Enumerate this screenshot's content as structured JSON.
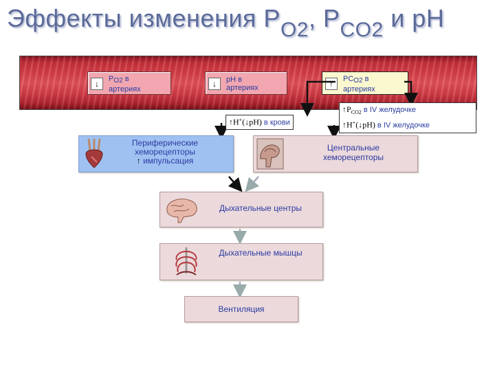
{
  "title": {
    "prefix": "Эффекты изменения P",
    "sub1": "O2",
    "mid": ", P",
    "sub2": "CO2",
    "suffix": " и pH"
  },
  "vessel": {
    "boxes": [
      {
        "arrow": "↓",
        "main": "P",
        "sub": "O2",
        "after": " в",
        "line2": "артериях"
      },
      {
        "arrow": "↓",
        "main": "pH в",
        "sub": "",
        "after": "",
        "line2": "артериях"
      },
      {
        "arrow": "↑",
        "main": "PC",
        "sub": "O2",
        "after": " в",
        "line2": "артериях"
      }
    ]
  },
  "labels": {
    "blood": {
      "arrow": "↑",
      "hplus": "H",
      "sup": "+",
      "paren_open": "(",
      "down": "↓",
      "ph": "pH)",
      "text": " в крови"
    },
    "ventricle_pco2": {
      "arrow": "↑",
      "p": "P",
      "sub": "CO2",
      "text": " в IV желудочке"
    },
    "ventricle_h": {
      "arrow": "↑",
      "hplus": "H",
      "sup": "+",
      "paren_open": "(",
      "down": "↓",
      "ph": "pH)",
      "text": " в IV желудочке"
    }
  },
  "boxes": {
    "peripheral": {
      "line1": "Периферические",
      "line2": "хеморецепторы",
      "arrow": "↑",
      "line3": "импульсация"
    },
    "central": {
      "line1": "Центральные",
      "line2": "хеморецепторы"
    },
    "centers": {
      "text": "Дыхательные центры"
    },
    "muscles": {
      "text": "Дыхательные мышцы"
    },
    "ventilation": {
      "text": "Вентиляция"
    }
  },
  "colors": {
    "text_blue": "#2a3ba0",
    "title": "#5b6a99",
    "vessel_red": "#c7303b",
    "box_pink": "#ecd9dc",
    "box_blue": "#9fc1f2"
  }
}
